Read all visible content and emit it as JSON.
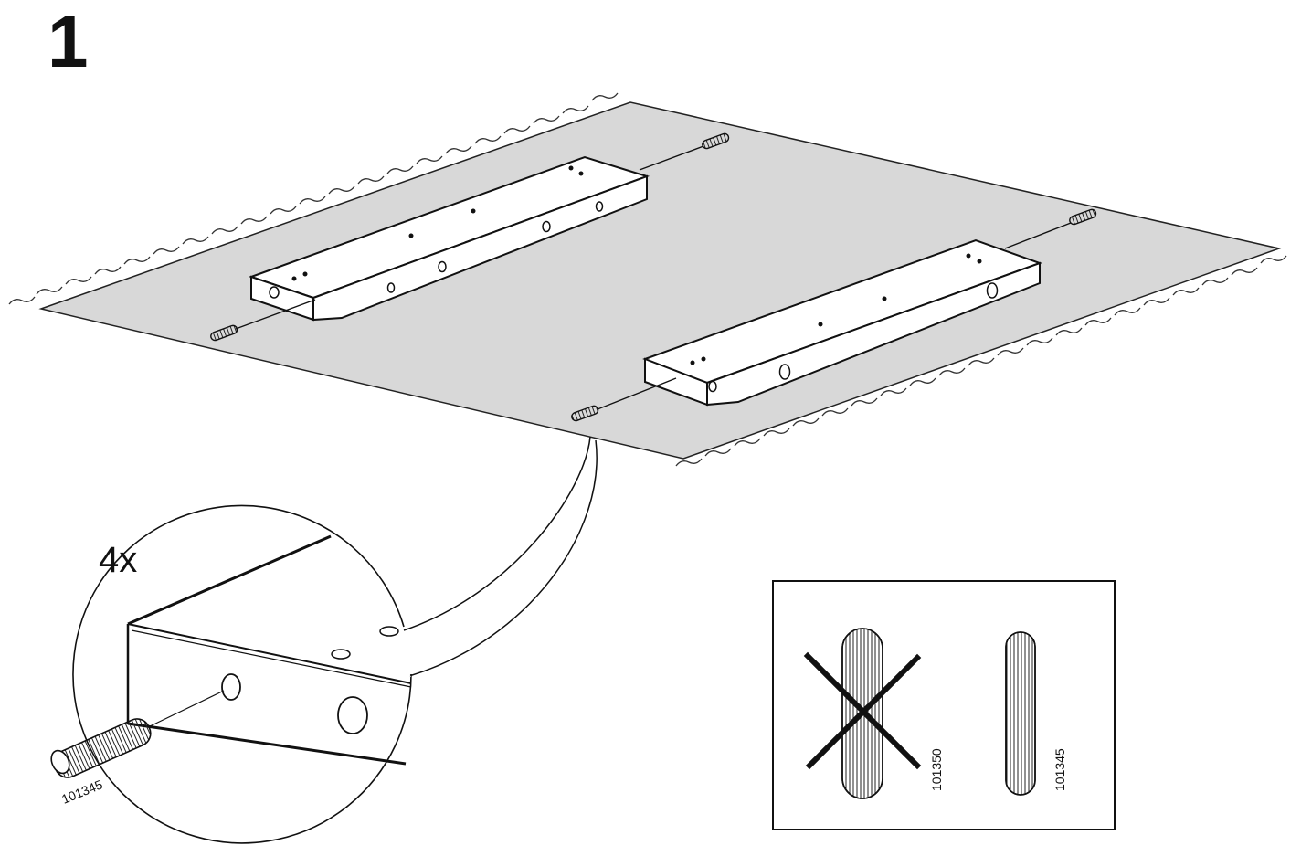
{
  "step": {
    "number": "1"
  },
  "detail": {
    "quantity": "4x",
    "part_number": "101345"
  },
  "comparison": {
    "wrong": {
      "part_number": "101350"
    },
    "correct": {
      "part_number": "101345"
    }
  },
  "colors": {
    "rug": "#d8d8d8",
    "ink": "#111111",
    "panel": "#ffffff"
  }
}
